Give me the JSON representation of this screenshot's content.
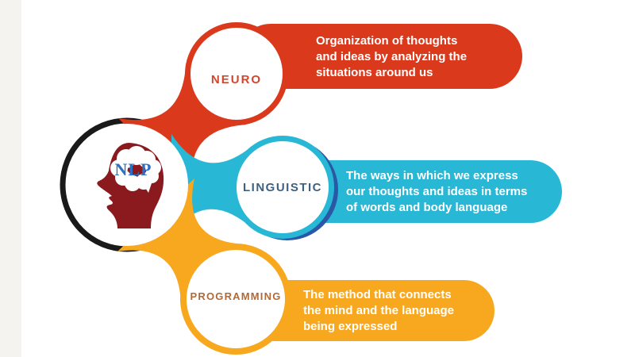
{
  "canvas": {
    "background_color": "#ffffff",
    "left_strip_color": "#f4f3f0"
  },
  "center": {
    "label": "NLP",
    "label_color": "#2e6fc4",
    "ring_color": "#1a1a1a",
    "head_color": "#8b1a1e",
    "icon": "head-brain-icon"
  },
  "nodes": [
    {
      "id": "neuro",
      "label": "NEURO",
      "color": "#db391c",
      "label_color": "#d4452f",
      "description": "Organization of thoughts\nand ideas by analyzing the\nsituations around us"
    },
    {
      "id": "linguistic",
      "label": "LINGUISTIC",
      "color": "#29b7d6",
      "label_color": "#3f617f",
      "shadow_color": "#2b58a6",
      "description": "The ways in which we express\nour thoughts and ideas in terms\nof words and body language"
    },
    {
      "id": "programming",
      "label": "PROGRAMMING",
      "color": "#f8a81f",
      "label_color": "#b06a38",
      "description": "The method that connects\nthe mind and the language\nbeing expressed"
    }
  ]
}
